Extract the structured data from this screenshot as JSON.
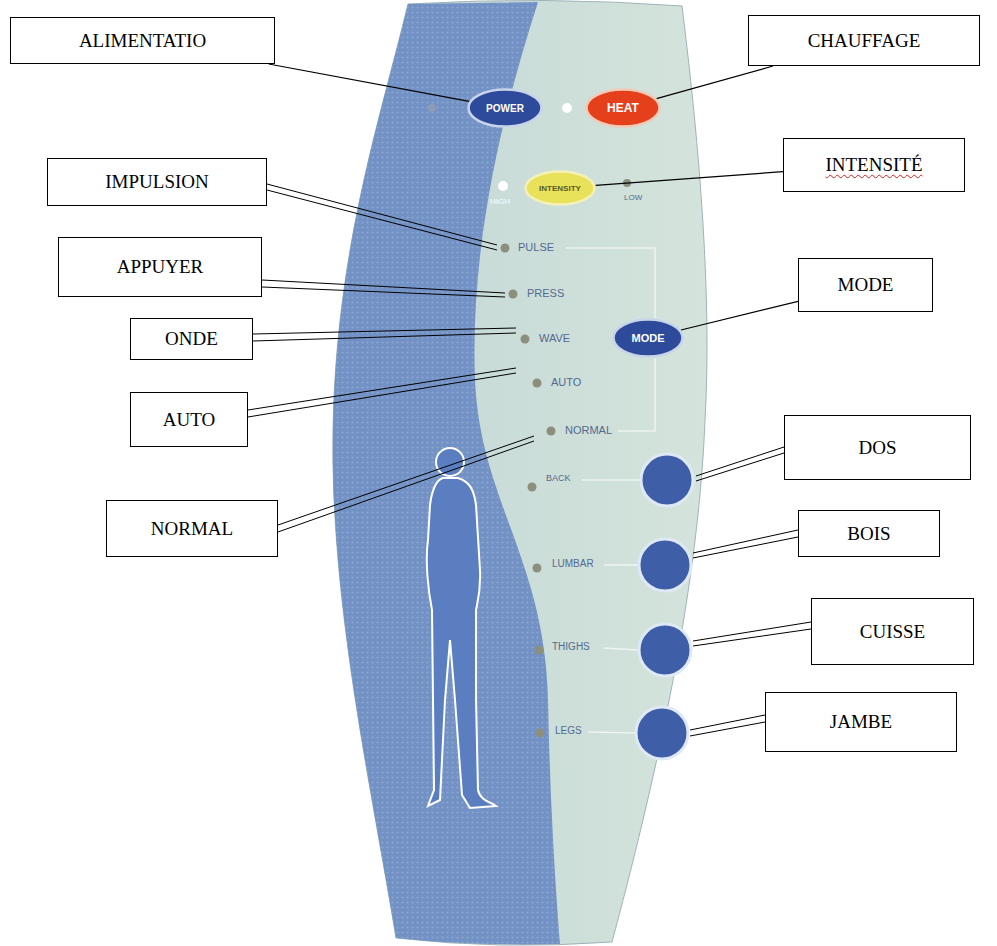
{
  "diagram": {
    "nodes": [
      {
        "text": [
          "ALIMENTATIO"
        ]
      },
      {
        "text": [
          "POWER"
        ]
      },
      {
        "text": [
          "HEAT"
        ]
      },
      {
        "text": [
          "CHAUFFAGE"
        ]
      },
      {
        "text": [
          "IMPULSION"
        ]
      },
      {
        "text": [
          "INTENSITY"
        ]
      },
      {
        "text": [
          "INTENSITÉ"
        ]
      },
      {
        "text": [
          "APPUYER"
        ]
      },
      {
        "text": [
          "MODE"
        ]
      },
      {
        "text": [
          "MODE"
        ]
      },
      {
        "text": [
          "ONDE"
        ]
      },
      {
        "text": [
          "AUTO"
        ]
      },
      {
        "text": [
          "NORMAL"
        ]
      },
      {
        "text": [
          "DOS"
        ]
      },
      {
        "text": [
          "BOIS"
        ]
      },
      {
        "text": [
          "CUISSE"
        ]
      },
      {
        "text": [
          "JAMBE"
        ]
      }
    ],
    "edges": [
      {
        "from": 0,
        "to": 1,
        "arrow": "none"
      },
      {
        "from": 3,
        "to": 2,
        "arrow": "none"
      },
      {
        "from": 6,
        "to": 5,
        "arrow": "none"
      },
      {
        "from": 9,
        "to": 8,
        "arrow": "none"
      }
    ],
    "labels": [
      "HIGH",
      "LOW",
      "PULSE",
      "PRESS",
      "WAVE",
      "AUTO",
      "NORMAL",
      "BACK",
      "LUMBAR",
      "THIGHS",
      "LEGS"
    ]
  }
}
